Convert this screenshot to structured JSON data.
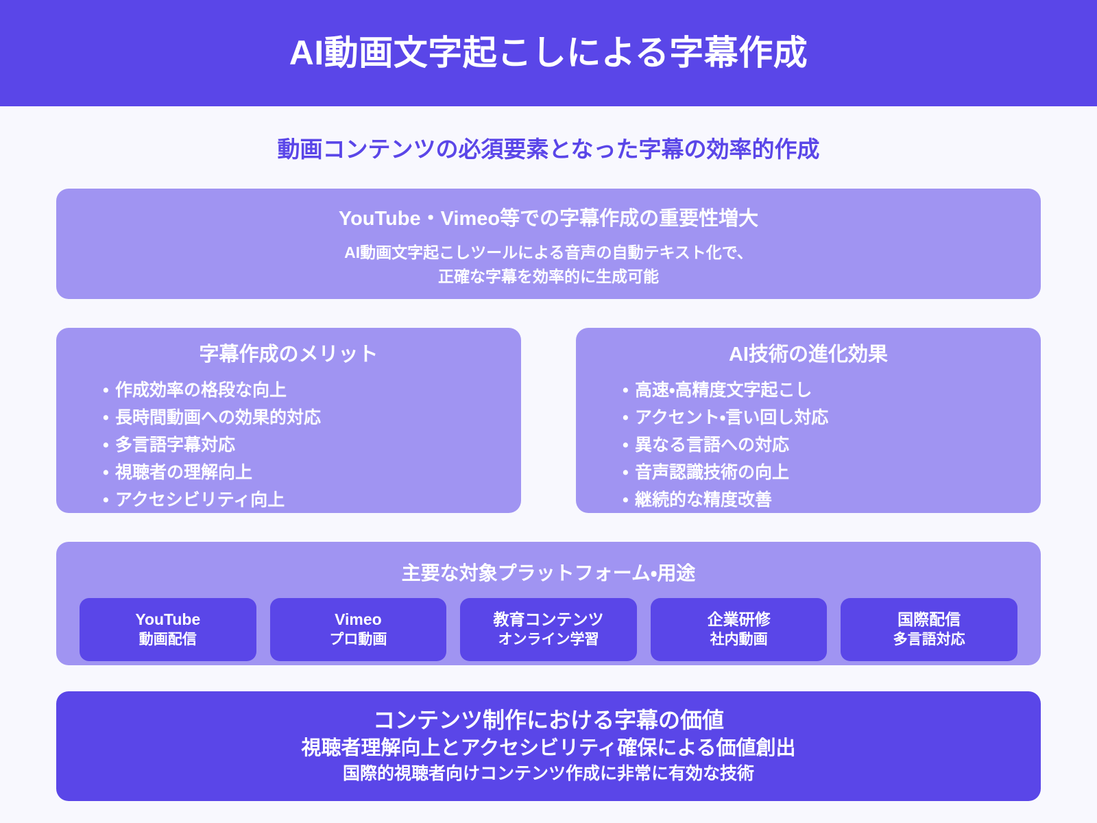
{
  "colors": {
    "brand_purple": "#5a46e8",
    "card_purple": "#a094f2",
    "page_background": "#f8f8fe",
    "text_on_dark": "#ffffff"
  },
  "header": {
    "title": "AI動画文字起こしによる字幕作成"
  },
  "subtitle": "動画コンテンツの必須要素となった字幕の効率的作成",
  "intro": {
    "heading": "YouTube・Vimeo等での字幕作成の重要性増大",
    "line1": "AI動画文字起こしツールによる音声の自動テキスト化で、",
    "line2": "正確な字幕を効率的に生成可能"
  },
  "columns": [
    {
      "title": "字幕作成のメリット",
      "items": [
        "作成効率の格段な向上",
        "長時間動画への効果的対応",
        "多言語字幕対応",
        "視聴者の理解向上",
        "アクセシビリティ向上"
      ]
    },
    {
      "title": "AI技術の進化効果",
      "items": [
        "高速・高精度文字起こし",
        "アクセント・言い回し対応",
        "異なる言語への対応",
        "音声認識技術の向上",
        "継続的な精度改善"
      ]
    }
  ],
  "platforms": {
    "title": "主要な対象プラットフォーム・用途",
    "chips": [
      {
        "name": "YouTube",
        "sub": "動画配信"
      },
      {
        "name": "Vimeo",
        "sub": "プロ動画"
      },
      {
        "name": "教育コンテンツ",
        "sub": "オンライン学習"
      },
      {
        "name": "企業研修",
        "sub": "社内動画"
      },
      {
        "name": "国際配信",
        "sub": "多言語対応"
      }
    ]
  },
  "footer": {
    "heading": "コンテンツ制作における字幕の価値",
    "line1": "視聴者理解向上とアクセシビリティ確保による価値創出",
    "line2": "国際的視聴者向けコンテンツ作成に非常に有効な技術"
  }
}
